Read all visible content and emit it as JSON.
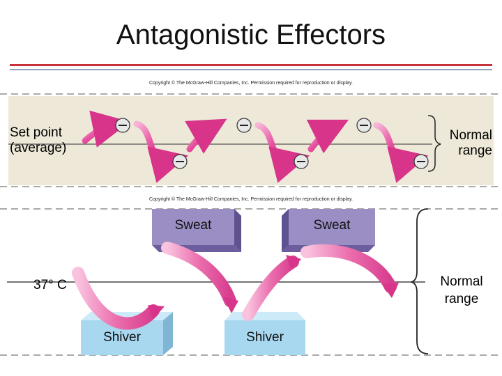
{
  "slide": {
    "title": "Antagonistic Effectors",
    "copyright_top": "Copyright © The McGraw-Hill Companies, Inc. Permission required for reproduction or display.",
    "copyright_bottom": "Copyright © The McGraw-Hill Companies, Inc. Permission required for reproduction or display."
  },
  "top_panel": {
    "set_point_label_line1": "Set point",
    "set_point_label_line2": "(average)",
    "normal_range_line1": "Normal",
    "normal_range_line2": "range",
    "feedback_sign": "–"
  },
  "bottom_panel": {
    "temperature_label": "37° C",
    "sweat_labels": [
      "Sweat",
      "Sweat"
    ],
    "shiver_labels": [
      "Shiver",
      "Shiver"
    ],
    "normal_range_line1": "Normal",
    "normal_range_line2": "range"
  },
  "colors": {
    "panel_bg": "#ede8d8",
    "arrow_pink": "#e0449a",
    "sweat_box": "#9b8ec4",
    "shiver_box": "#a8d8f0",
    "title_rule": "#c8323c"
  }
}
